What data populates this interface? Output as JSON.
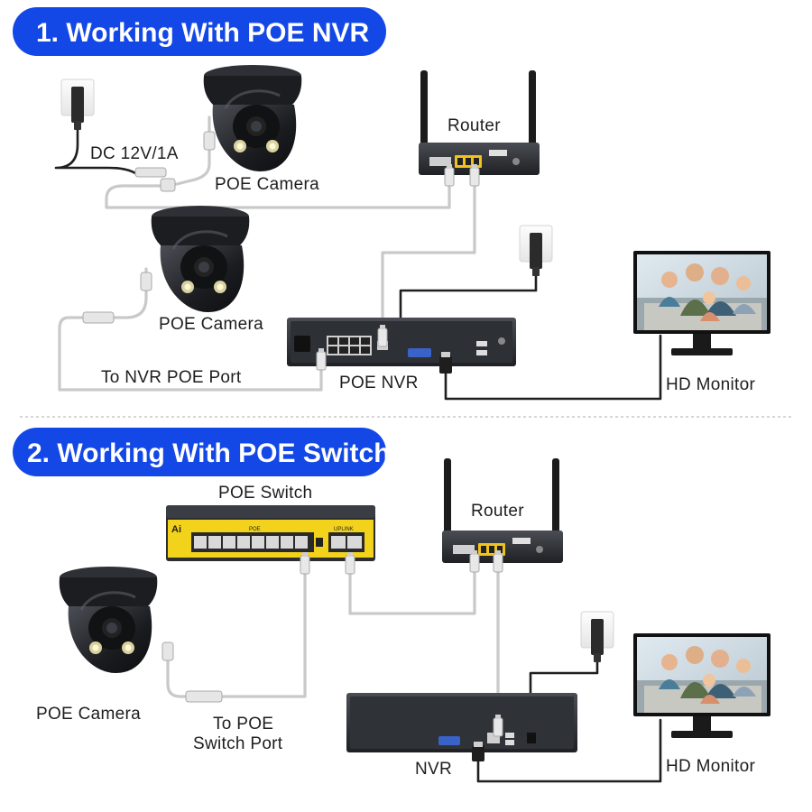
{
  "sections": [
    {
      "heading": "1. Working With POE NVR",
      "labels": {
        "dc_power": "DC 12V/1A",
        "camera_1": "POE Camera",
        "camera_2": "POE Camera",
        "router": "Router",
        "nvr_port": "To NVR POE Port",
        "nvr": "POE NVR",
        "monitor": "HD Monitor"
      }
    },
    {
      "heading": "2. Working With POE Switch",
      "labels": {
        "switch": "POE Switch",
        "router": "Router",
        "camera": "POE Camera",
        "switch_port_line1": "To POE",
        "switch_port_line2": "Switch Port",
        "nvr": "NVR",
        "monitor": "HD Monitor"
      }
    }
  ],
  "switch_panel": {
    "brand": "Ai",
    "poe_group": "POE",
    "uplink_group": "UPLINK"
  },
  "colors": {
    "heading_bg": "#1448e6",
    "heading_text": "#ffffff",
    "switch_yellow": "#f3d21c",
    "device_dark": "#2a2c30",
    "cable_white": "#c9c9c9",
    "cable_black": "#1f1f1f",
    "divider": "#bdbdbd"
  },
  "icons": [
    "dome-camera-icon",
    "router-icon",
    "nvr-icon",
    "poe-switch-icon",
    "monitor-icon",
    "power-outlet-icon",
    "ethernet-plug-icon",
    "hdmi-plug-icon"
  ]
}
